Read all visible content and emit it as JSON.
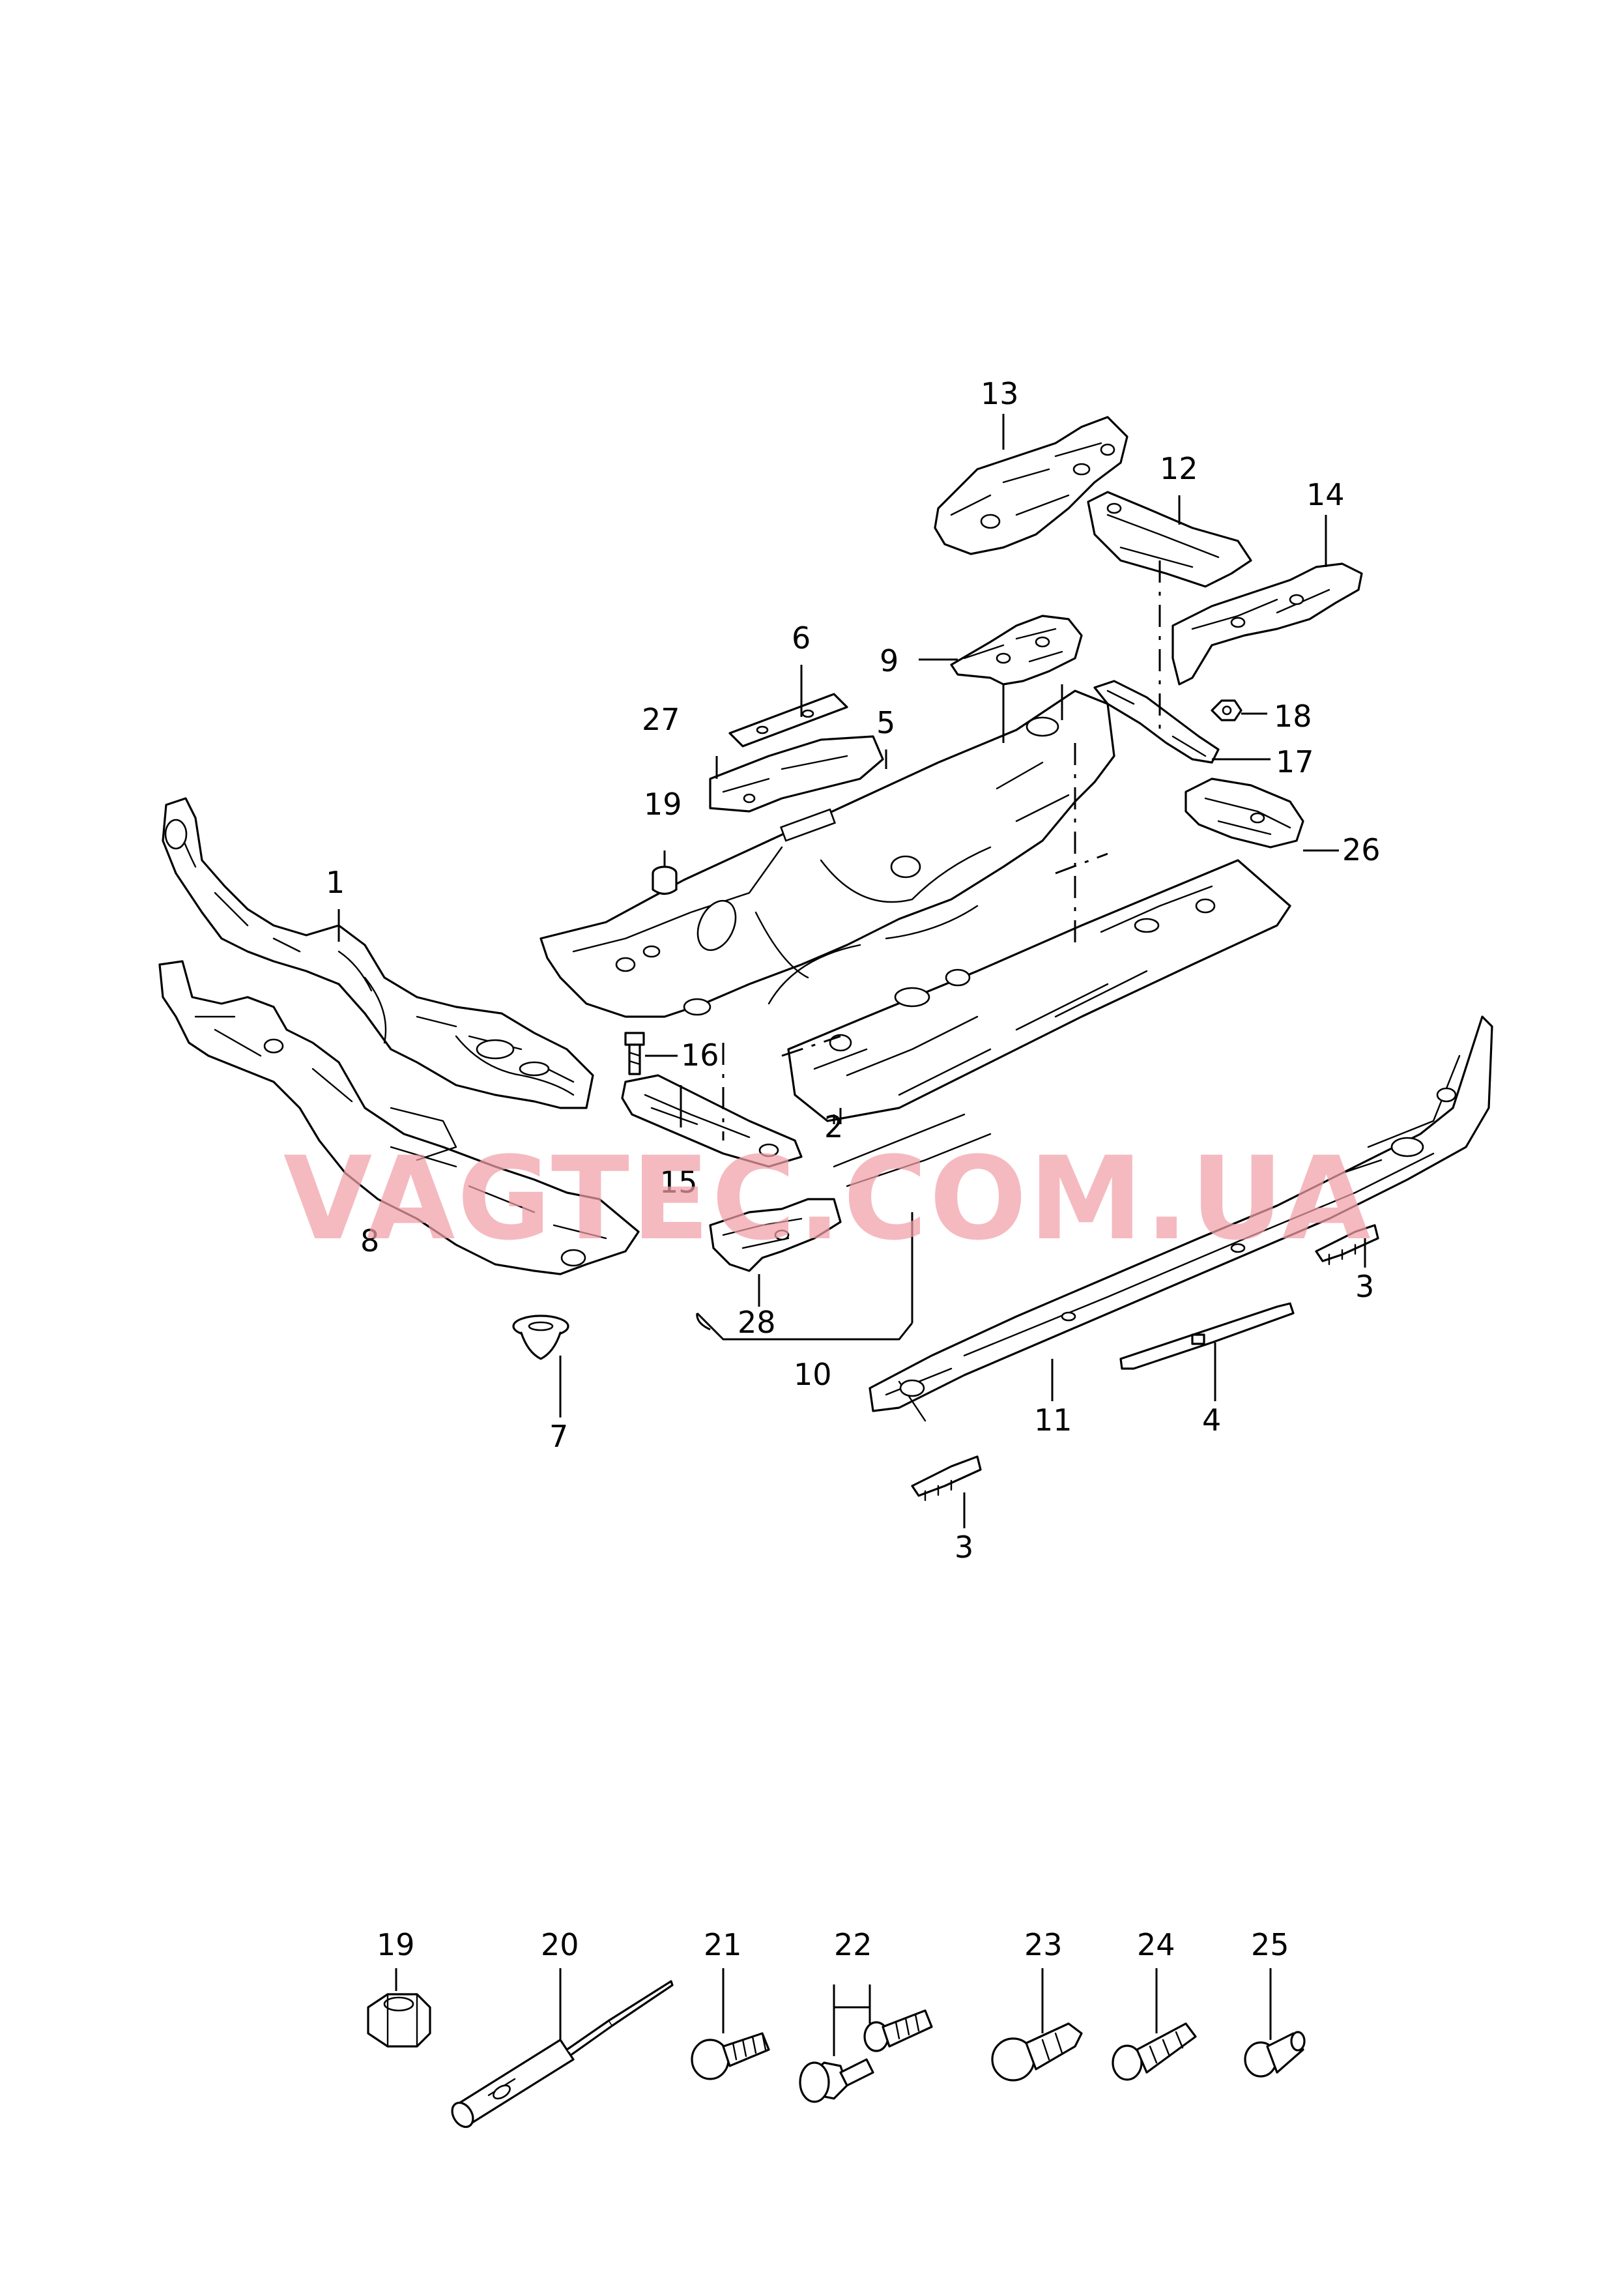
{
  "watermark": "VAGTEC.COM.UA",
  "callouts": {
    "c1": "1",
    "c2": "2",
    "c3a": "3",
    "c3b": "3",
    "c4": "4",
    "c5": "5",
    "c6": "6",
    "c7": "7",
    "c8": "8",
    "c9": "9",
    "c10": "10",
    "c11": "11",
    "c12": "12",
    "c13": "13",
    "c14": "14",
    "c15": "15",
    "c16": "16",
    "c17": "17",
    "c18": "18",
    "c19a": "19",
    "c19b": "19",
    "c20": "20",
    "c21": "21",
    "c22": "22",
    "c23": "23",
    "c24": "24",
    "c25": "25",
    "c26": "26",
    "c27": "27",
    "c28": "28"
  },
  "colors": {
    "line": "#000000",
    "watermark": "#f0a0a8",
    "background": "#ffffff"
  }
}
